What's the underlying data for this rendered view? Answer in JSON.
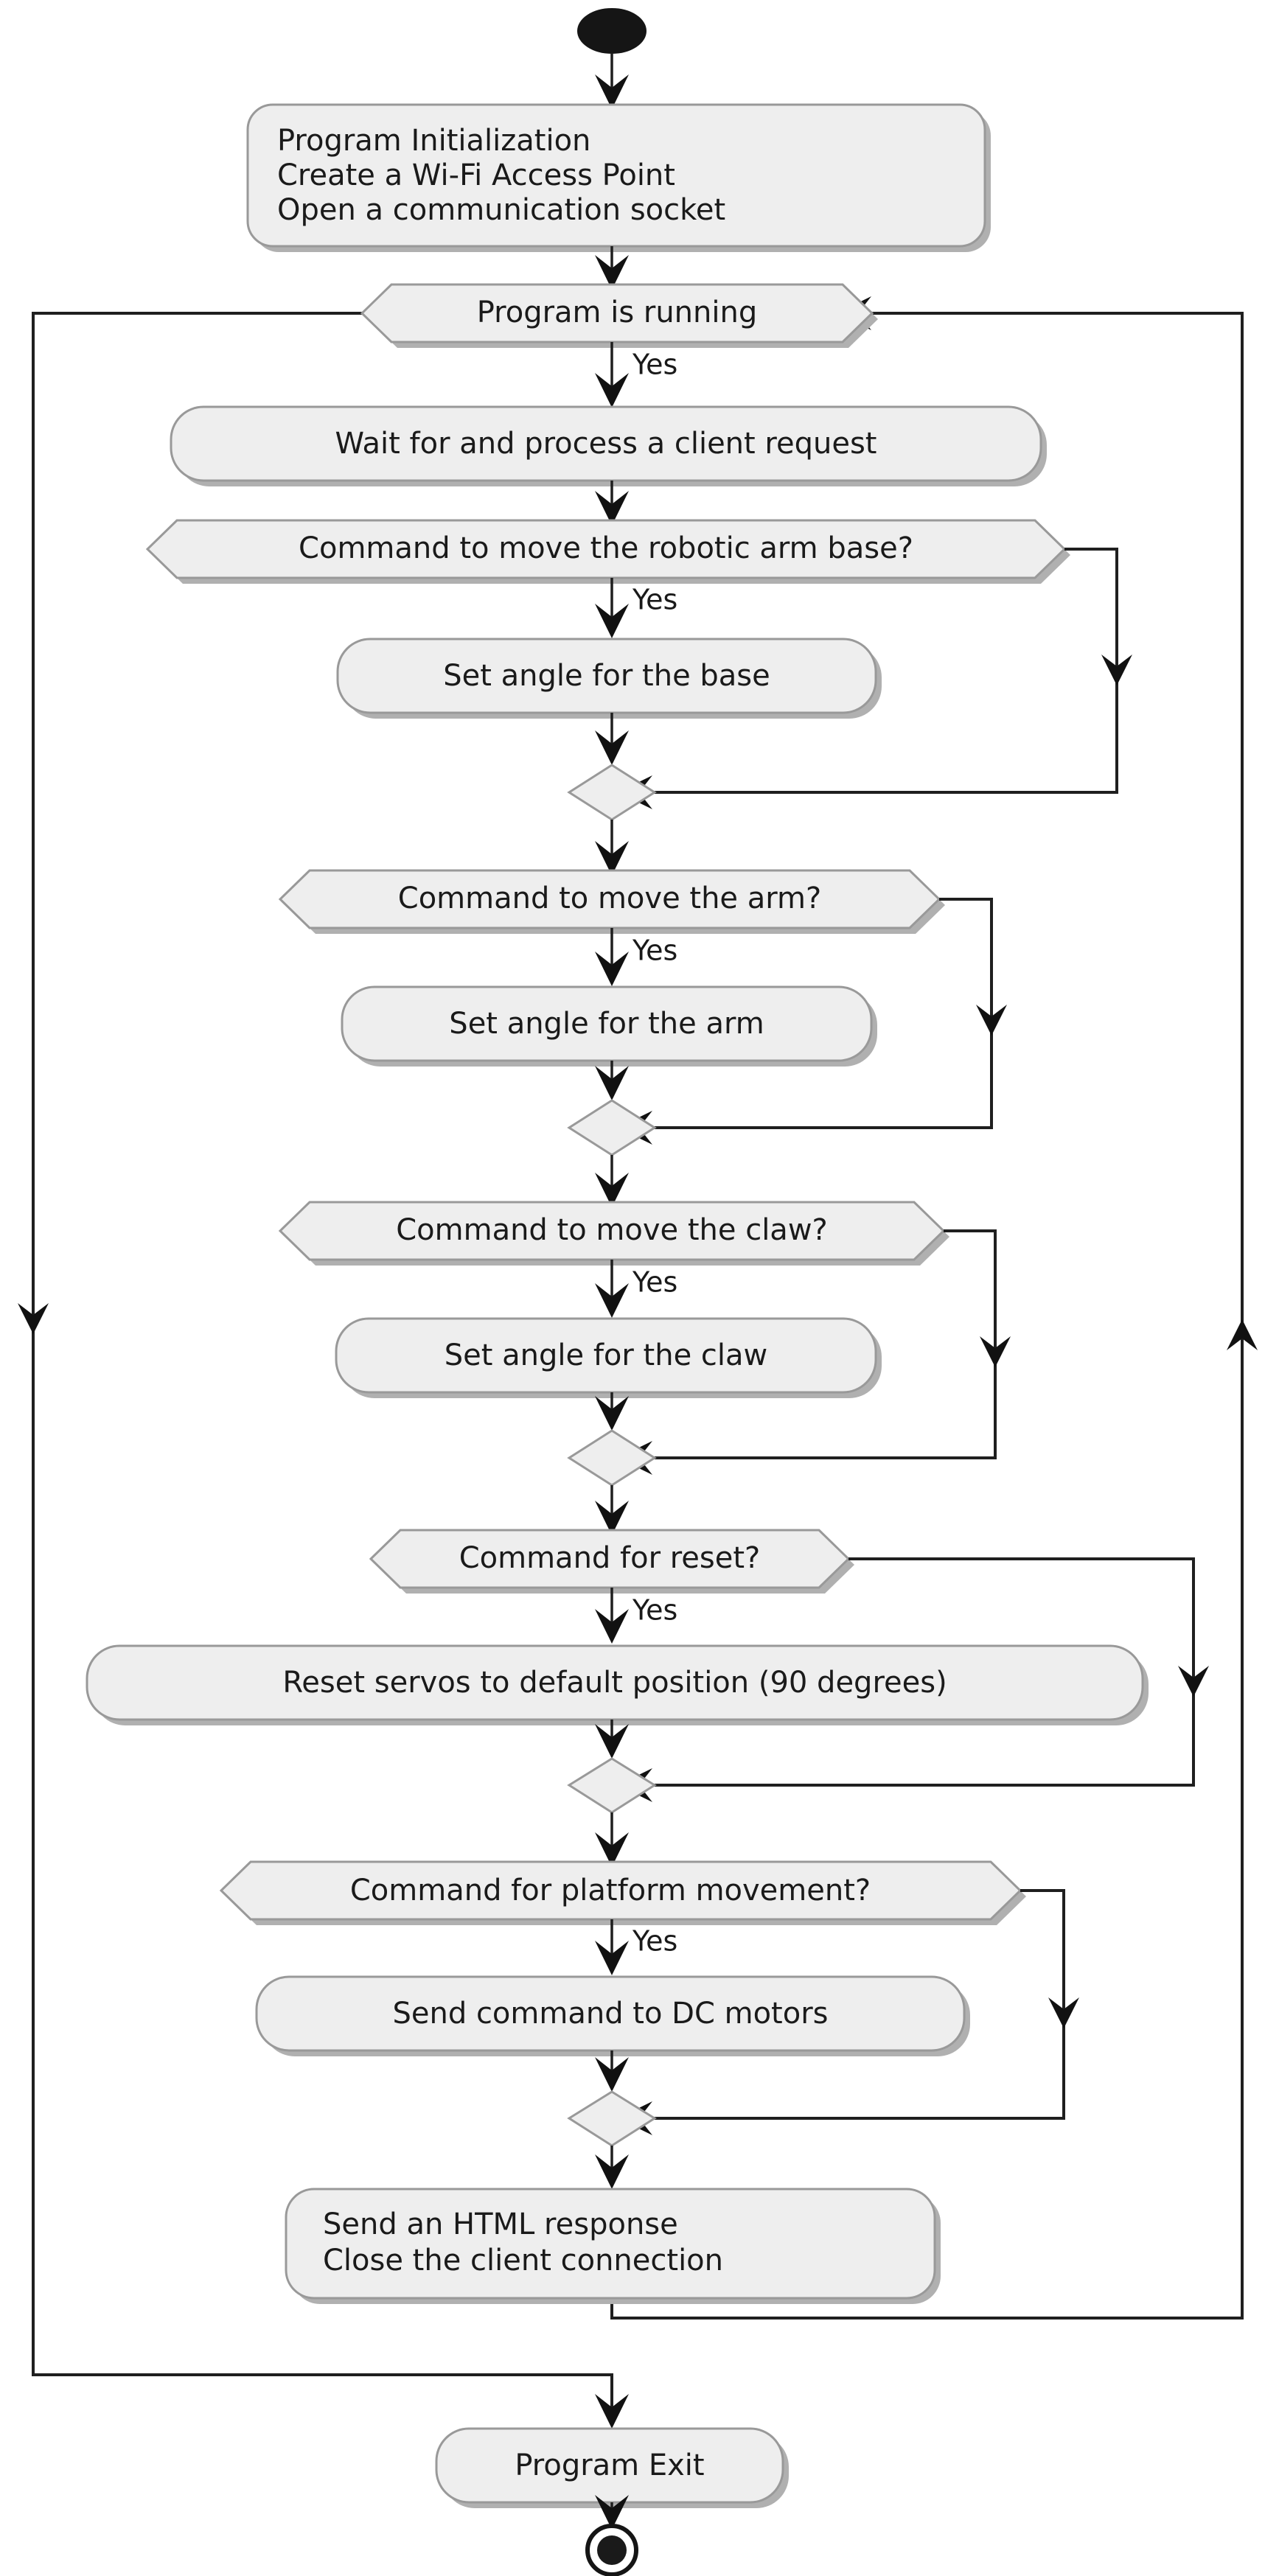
{
  "diagram": {
    "type": "uml-activity-diagram",
    "title": "Robotic Arm Wi-Fi Control Program Flow",
    "start_node": "filled-circle-start",
    "end_node": "bullseye-end",
    "nodes": [
      {
        "id": "init",
        "kind": "action",
        "lines": [
          "Program Initialization",
          "Create a Wi-Fi Access Point",
          "Open a communication socket"
        ]
      },
      {
        "id": "program-running",
        "kind": "decision",
        "label": "Program is running",
        "yes_label": "Yes"
      },
      {
        "id": "wait-request",
        "kind": "action",
        "lines": [
          "Wait for and process a client request"
        ]
      },
      {
        "id": "decide-base",
        "kind": "decision",
        "label": "Command to move the robotic arm base?",
        "yes_label": "Yes"
      },
      {
        "id": "set-base",
        "kind": "action",
        "lines": [
          "Set angle for the base"
        ]
      },
      {
        "id": "merge-base",
        "kind": "merge",
        "label": ""
      },
      {
        "id": "decide-arm",
        "kind": "decision",
        "label": "Command to move the arm?",
        "yes_label": "Yes"
      },
      {
        "id": "set-arm",
        "kind": "action",
        "lines": [
          "Set angle for the arm"
        ]
      },
      {
        "id": "merge-arm",
        "kind": "merge",
        "label": ""
      },
      {
        "id": "decide-claw",
        "kind": "decision",
        "label": "Command to move the claw?",
        "yes_label": "Yes"
      },
      {
        "id": "set-claw",
        "kind": "action",
        "lines": [
          "Set angle for the claw"
        ]
      },
      {
        "id": "merge-claw",
        "kind": "merge",
        "label": ""
      },
      {
        "id": "decide-reset",
        "kind": "decision",
        "label": "Command for reset?",
        "yes_label": "Yes"
      },
      {
        "id": "reset-servos",
        "kind": "action",
        "lines": [
          "Reset servos to default position (90 degrees)"
        ]
      },
      {
        "id": "merge-reset",
        "kind": "merge",
        "label": ""
      },
      {
        "id": "decide-platform",
        "kind": "decision",
        "label": "Command for platform movement?",
        "yes_label": "Yes"
      },
      {
        "id": "send-dc",
        "kind": "action",
        "lines": [
          "Send command to DC motors"
        ]
      },
      {
        "id": "merge-platform",
        "kind": "merge",
        "label": ""
      },
      {
        "id": "send-response",
        "kind": "action",
        "lines": [
          "Send an HTML response",
          "Close the client connection"
        ]
      },
      {
        "id": "program-exit",
        "kind": "action",
        "lines": [
          "Program Exit"
        ]
      }
    ],
    "labels": {
      "init_line_1": "Program Initialization",
      "init_line_2": "Create a Wi-Fi Access Point",
      "init_line_3": "Open a communication socket",
      "program_running": "Program is running",
      "wait_request": "Wait for and process a client request",
      "decide_base": "Command to move the robotic arm base?",
      "set_base": "Set angle for the base",
      "decide_arm": "Command to move the arm?",
      "set_arm": "Set angle for the arm",
      "decide_claw": "Command to move the claw?",
      "set_claw": "Set angle for the claw",
      "decide_reset": "Command for reset?",
      "reset_servos": "Reset servos to default position (90 degrees)",
      "decide_platform": "Command for platform movement?",
      "send_dc": "Send command to DC motors",
      "response_line_1": "Send an HTML response",
      "response_line_2": "Close the client connection",
      "program_exit": "Program Exit",
      "yes": "Yes"
    },
    "colors": {
      "node_fill": "#eeeeee",
      "node_stroke": "#999999",
      "node_shadow": "#b0b0b0",
      "edge": "#1f1f1f",
      "text": "#1a1a1a",
      "background": "#ffffff",
      "terminal": "#151515"
    }
  }
}
